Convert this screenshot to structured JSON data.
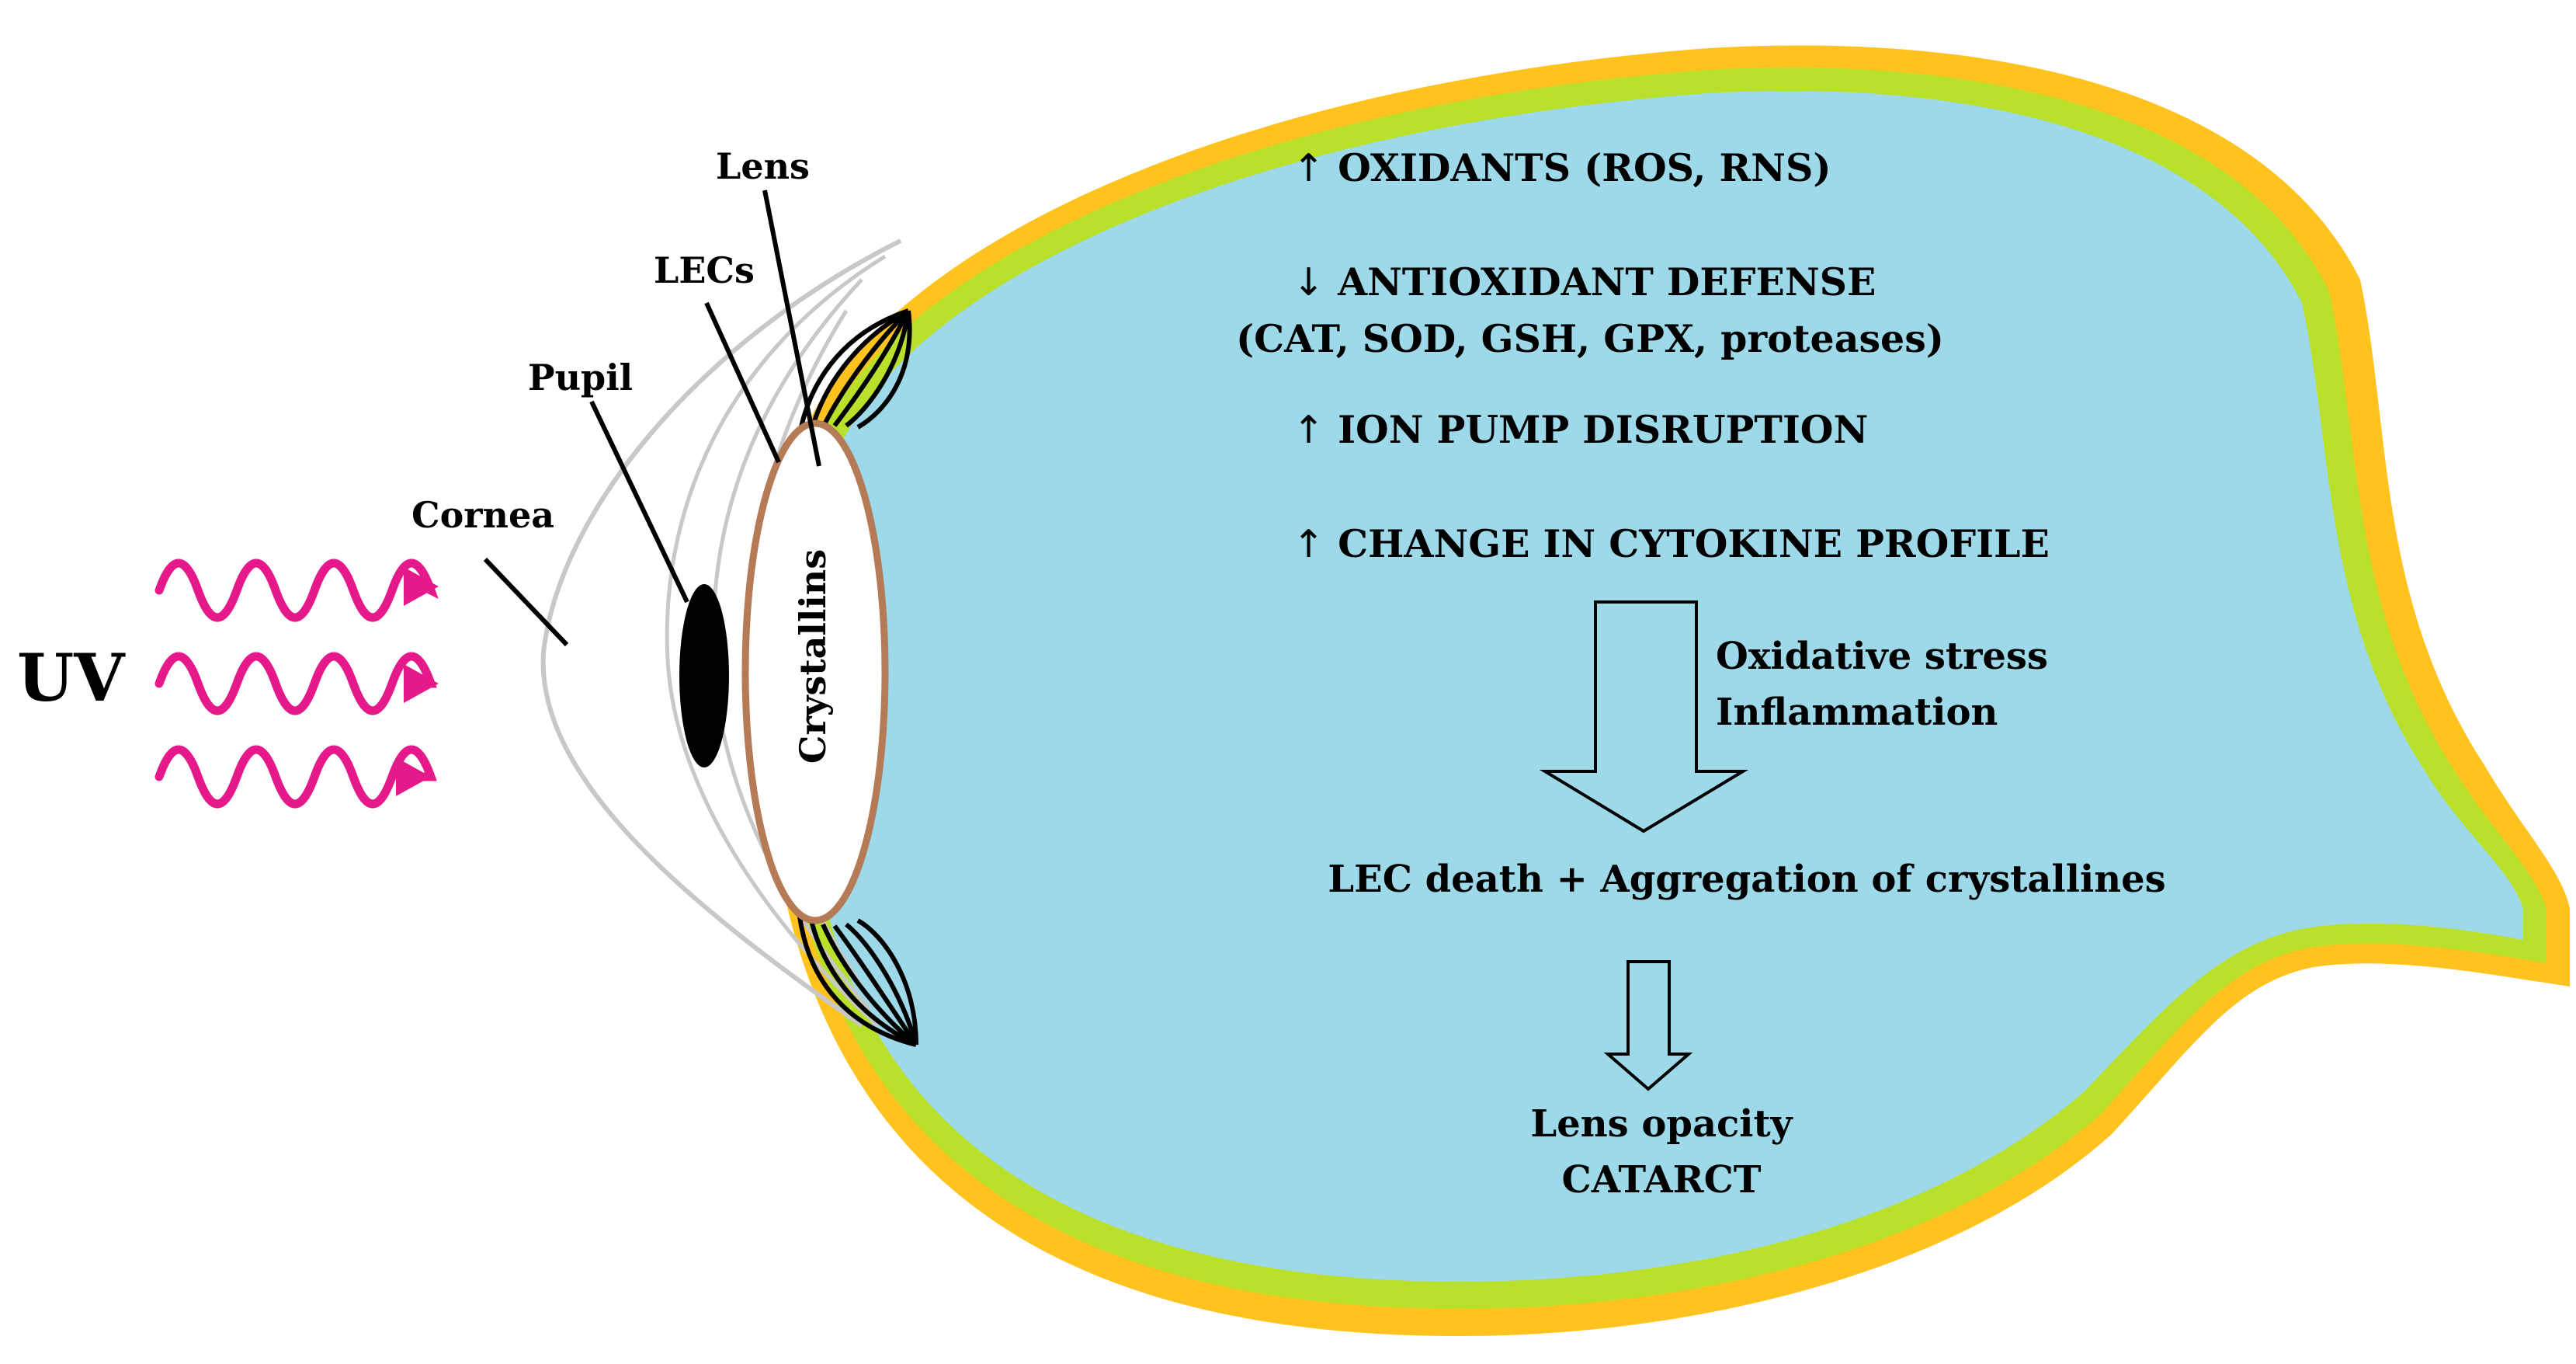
{
  "colors": {
    "vitreous": "#9dd9e8",
    "retina": "#b9e02a",
    "sclera": "#ffc21f",
    "uv_wave": "#e6198a",
    "lens_capsule": "#b57b57",
    "outline": "#c8c8c8"
  },
  "labels": {
    "lens": "Lens",
    "lecs": "LECs",
    "pupil": "Pupil",
    "cornea": "Cornea",
    "crystallins": "Crystallins",
    "uv": "UV"
  },
  "mechanisms": [
    {
      "arrow": "↑",
      "text": "OXIDANTS (ROS, RNS)"
    },
    {
      "arrow": "↓",
      "text": "ANTIOXIDANT DEFENSE"
    },
    {
      "arrow": "",
      "text": "(CAT, SOD, GSH, GPX, proteases)"
    },
    {
      "arrow": "↑",
      "text": "ION PUMP DISRUPTION"
    },
    {
      "arrow": "↑",
      "text": "CHANGE IN CYTOKINE PROFILE"
    }
  ],
  "effects": [
    "Oxidative stress",
    "Inflammation"
  ],
  "outcome": "LEC death + Aggregation of crystallines",
  "final": [
    "Lens opacity",
    "CATARCT"
  ]
}
